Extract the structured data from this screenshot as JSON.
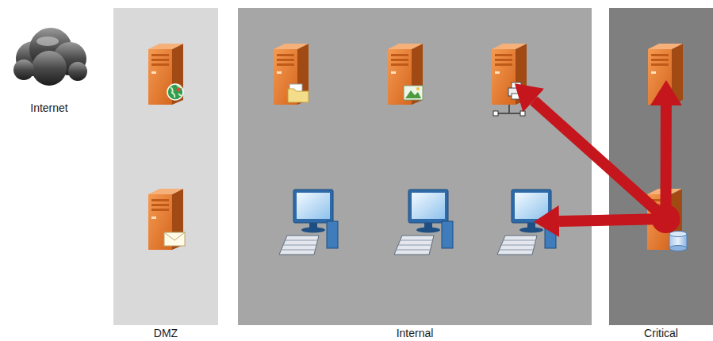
{
  "diagram": {
    "nodes": [
      {
        "text": [
          "Internet"
        ]
      },
      {
        "text": [
          "DMZ"
        ]
      },
      {
        "text": [
          "Web Server"
        ],
        "in": 1
      },
      {
        "text": [
          "Email Server"
        ],
        "in": 1
      },
      {
        "text": [
          "Internal"
        ]
      },
      {
        "text": [
          "File Server"
        ],
        "in": 4
      },
      {
        "text": [
          "Media Server"
        ],
        "in": 4
      },
      {
        "text": [
          "Print Server"
        ],
        "in": 4
      },
      {
        "text": [
          "User Machine"
        ],
        "in": 4
      },
      {
        "text": [
          "User Machine"
        ],
        "in": 4
      },
      {
        "text": [
          "Admin Machine"
        ],
        "in": 4
      },
      {
        "text": [
          "Critical"
        ]
      },
      {
        "text": [
          "Backup Server"
        ],
        "in": 11
      },
      {
        "text": [
          "Database Server"
        ],
        "in": 11
      }
    ],
    "edges": [
      {
        "from": 13,
        "to": 7,
        "arrow": "to"
      },
      {
        "from": 13,
        "to": 12,
        "arrow": "to"
      },
      {
        "from": 13,
        "to": 10,
        "arrow": "to"
      }
    ]
  }
}
